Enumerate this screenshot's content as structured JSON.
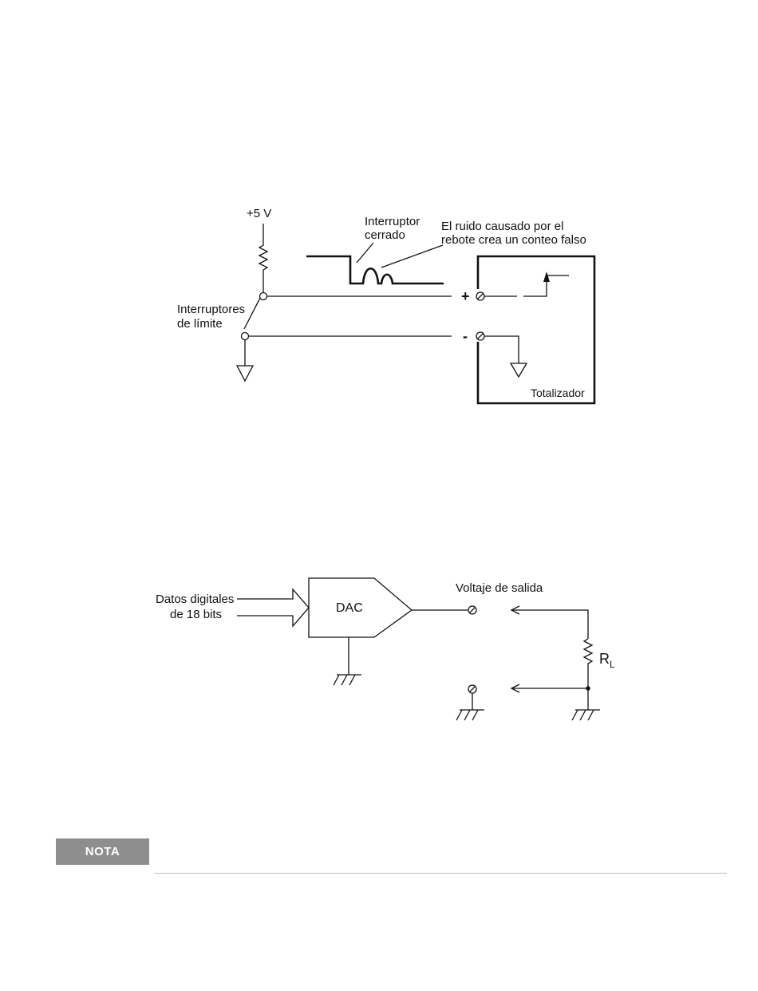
{
  "totalizer_diagram": {
    "supply_label": "+5 V",
    "switch_closed_label": [
      "Interruptor",
      "cerrado"
    ],
    "noise_label": [
      "El ruido causado por el",
      "rebote crea un conteo falso"
    ],
    "limit_switches_label": [
      "Interruptores",
      "de límite"
    ],
    "plus_terminal": "+",
    "minus_terminal": "-",
    "totalizer_label": "Totalizador"
  },
  "dac_diagram": {
    "input_label": [
      "Datos digitales",
      "de 18 bits"
    ],
    "dac_label": "DAC",
    "output_label": "Voltaje de salida",
    "load_label_main": "R",
    "load_label_sub": "L"
  },
  "note": {
    "badge_label": "NOTA"
  }
}
